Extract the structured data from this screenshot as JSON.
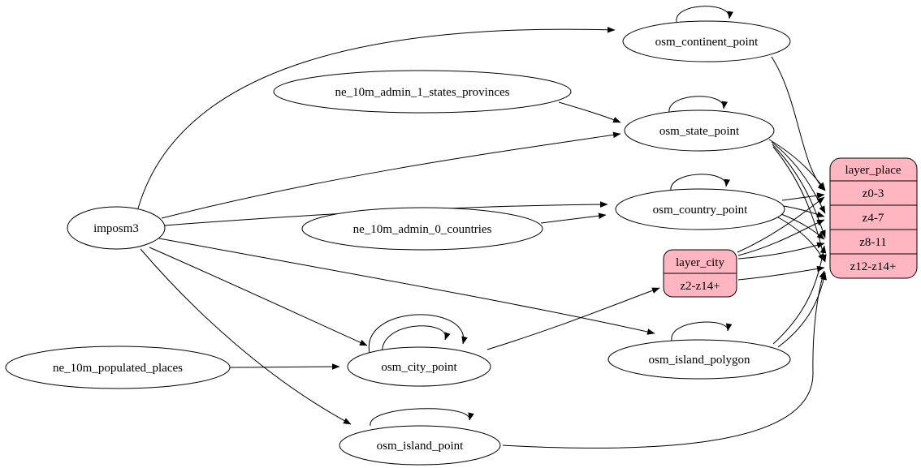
{
  "colors": {
    "background": "#ffffff",
    "ellipse_fill": "#ffffff",
    "record_fill": "#ffb6c1",
    "edge": "#000000"
  },
  "nodes": {
    "imposm3": "imposm3",
    "ne_10m_admin_1_states_provinces": "ne_10m_admin_1_states_provinces",
    "ne_10m_admin_0_countries": "ne_10m_admin_0_countries",
    "ne_10m_populated_places": "ne_10m_populated_places",
    "osm_continent_point": "osm_continent_point",
    "osm_state_point": "osm_state_point",
    "osm_country_point": "osm_country_point",
    "osm_city_point": "osm_city_point",
    "osm_island_polygon": "osm_island_polygon",
    "osm_island_point": "osm_island_point"
  },
  "records": {
    "layer_place": {
      "header": "layer_place",
      "rows": [
        "z0-3",
        "z4-7",
        "z8-11",
        "z12-z14+"
      ]
    },
    "layer_city": {
      "header": "layer_city",
      "rows": [
        "z2-z14+"
      ]
    }
  },
  "edges": [
    {
      "from": "imposm3",
      "to": "osm_continent_point"
    },
    {
      "from": "imposm3",
      "to": "osm_state_point"
    },
    {
      "from": "imposm3",
      "to": "osm_country_point"
    },
    {
      "from": "imposm3",
      "to": "osm_city_point"
    },
    {
      "from": "imposm3",
      "to": "osm_island_polygon"
    },
    {
      "from": "imposm3",
      "to": "osm_island_point"
    },
    {
      "from": "ne_10m_admin_1_states_provinces",
      "to": "osm_state_point"
    },
    {
      "from": "ne_10m_admin_0_countries",
      "to": "osm_country_point"
    },
    {
      "from": "ne_10m_populated_places",
      "to": "osm_city_point"
    },
    {
      "from": "osm_continent_point",
      "to": "osm_continent_point"
    },
    {
      "from": "osm_state_point",
      "to": "osm_state_point"
    },
    {
      "from": "osm_country_point",
      "to": "osm_country_point"
    },
    {
      "from": "osm_city_point",
      "to": "osm_city_point"
    },
    {
      "from": "osm_city_point",
      "to": "osm_city_point"
    },
    {
      "from": "osm_island_polygon",
      "to": "osm_island_polygon"
    },
    {
      "from": "osm_island_point",
      "to": "osm_island_point"
    },
    {
      "from": "osm_continent_point",
      "to": "layer_place.z0-3"
    },
    {
      "from": "osm_state_point",
      "to": "layer_place.z0-3"
    },
    {
      "from": "osm_state_point",
      "to": "layer_place.z4-7"
    },
    {
      "from": "osm_state_point",
      "to": "layer_place.z8-11"
    },
    {
      "from": "osm_state_point",
      "to": "layer_place.z12-z14+"
    },
    {
      "from": "osm_country_point",
      "to": "layer_place.z0-3"
    },
    {
      "from": "osm_country_point",
      "to": "layer_place.z4-7"
    },
    {
      "from": "osm_country_point",
      "to": "layer_place.z8-11"
    },
    {
      "from": "osm_country_point",
      "to": "layer_place.z12-z14+"
    },
    {
      "from": "osm_island_polygon",
      "to": "layer_place.z8-11"
    },
    {
      "from": "osm_island_polygon",
      "to": "layer_place.z12-z14+"
    },
    {
      "from": "osm_island_point",
      "to": "layer_place.z12-z14+"
    },
    {
      "from": "osm_city_point",
      "to": "layer_city.z2-z14+"
    },
    {
      "from": "layer_city.z2-z14+",
      "to": "layer_place.z0-3"
    },
    {
      "from": "layer_city.z2-z14+",
      "to": "layer_place.z4-7"
    },
    {
      "from": "layer_city.z2-z14+",
      "to": "layer_place.z8-11"
    },
    {
      "from": "layer_city.z2-z14+",
      "to": "layer_place.z12-z14+"
    }
  ]
}
